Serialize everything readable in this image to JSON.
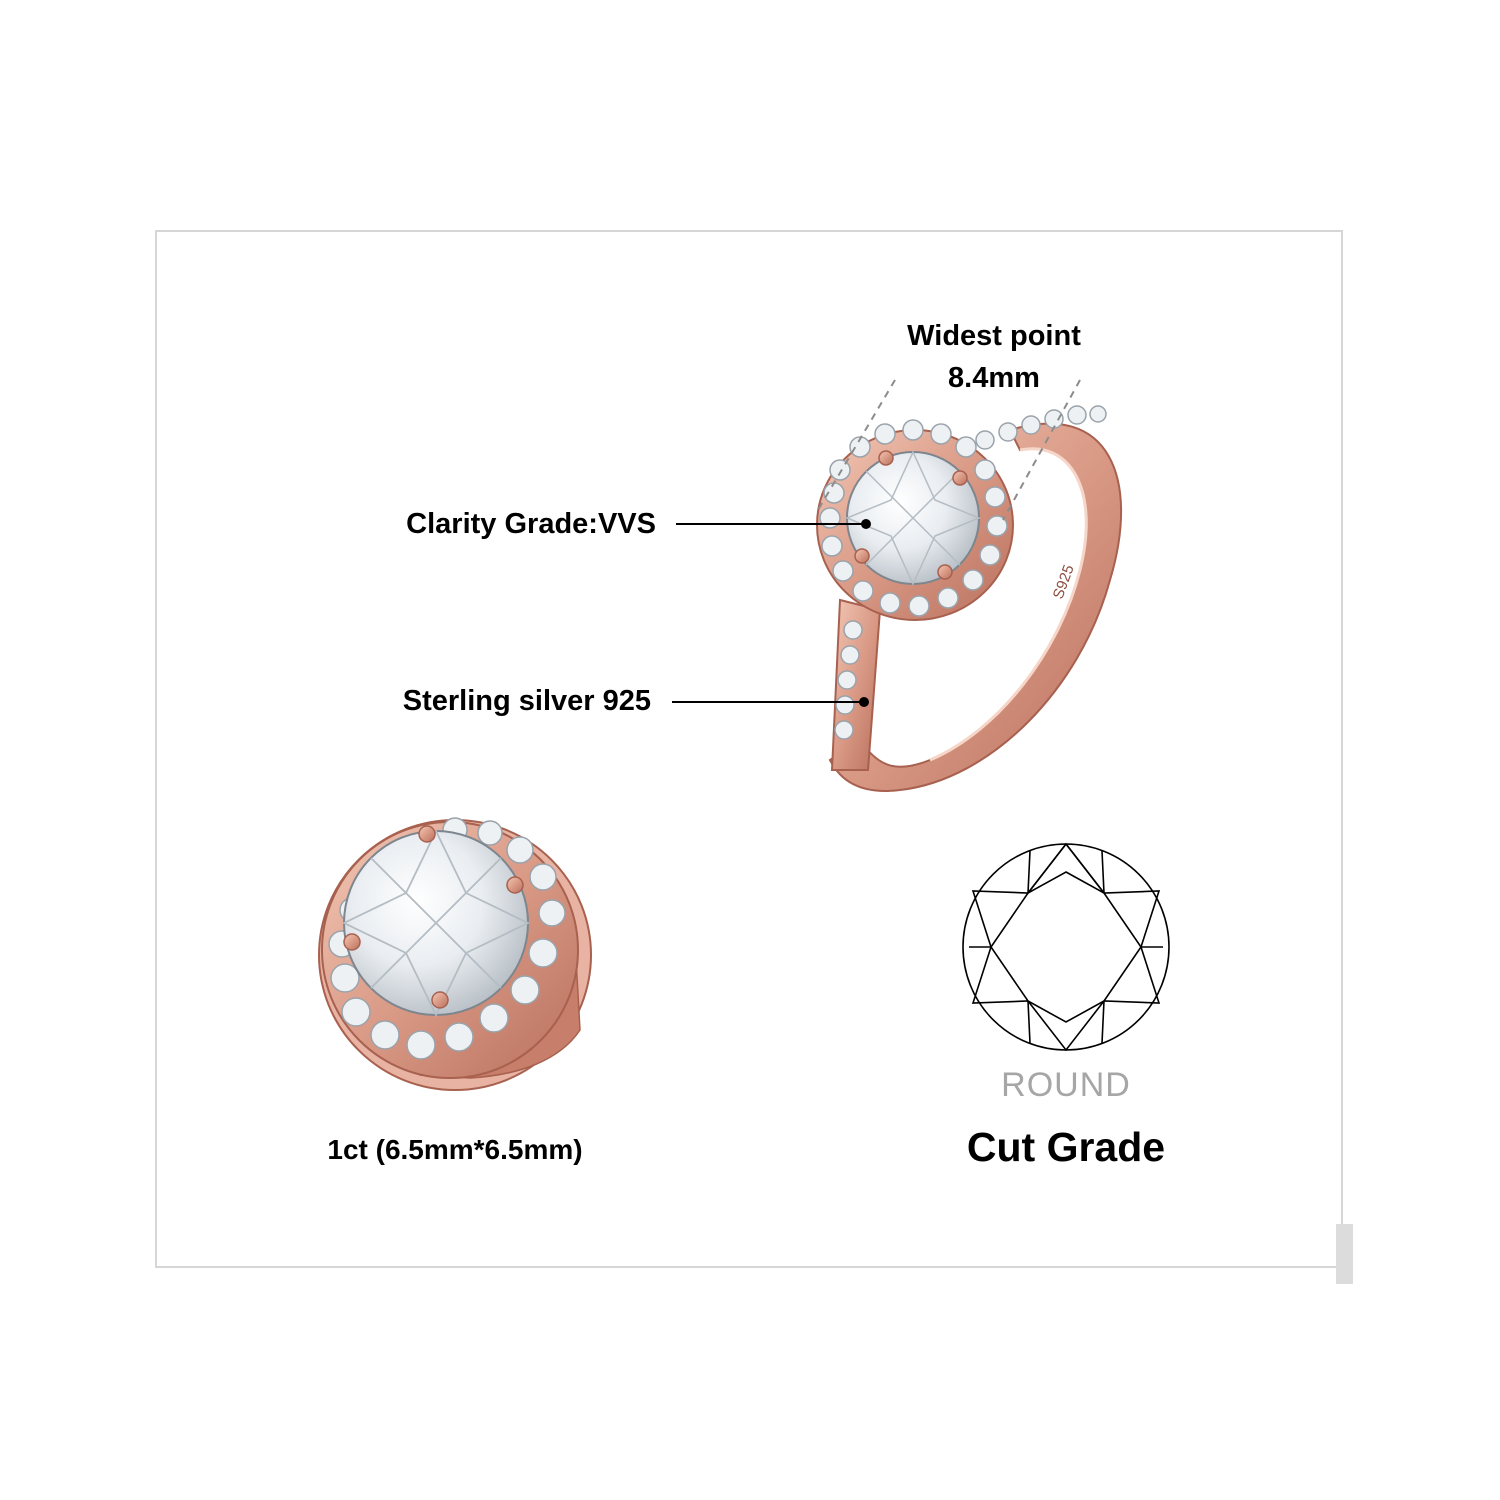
{
  "labels": {
    "widest_point_title": "Widest point",
    "widest_point_value": "8.4mm",
    "clarity": "Clarity Grade:VVS",
    "material": "Sterling silver 925",
    "carat": "1ct (6.5mm*6.5mm)",
    "shape": "ROUND",
    "cut": "Cut Grade",
    "band_stamp": "S925"
  },
  "colors": {
    "rose_gold": "#d99a86",
    "rose_gold_dark": "#b9705d",
    "stone": "#eef1f4",
    "frame_border": "#d6d6d6",
    "round_text": "#a6a6a6"
  },
  "icons": [
    "ring-illustration",
    "stone-closeup-illustration",
    "round-cut-diagram-icon"
  ]
}
